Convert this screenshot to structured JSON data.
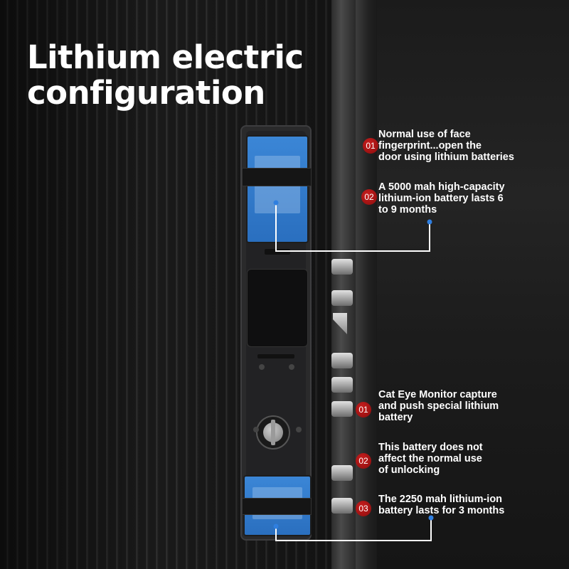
{
  "title": {
    "line1": "Lithium electric",
    "line2": "configuration"
  },
  "callouts_top": [
    {
      "number": "01",
      "lines": [
        "Normal use of face",
        "fingerprint...open the",
        "door using lithium batteries"
      ]
    },
    {
      "number": "02",
      "lines": [
        "A 5000 mah high-capacity",
        "lithium-ion battery lasts 6",
        "to 9 months"
      ]
    }
  ],
  "callouts_bottom": [
    {
      "number": "01",
      "lines": [
        "Cat Eye Monitor capture",
        "and push special lithium",
        "battery"
      ]
    },
    {
      "number": "02",
      "lines": [
        "This battery does not",
        "affect the normal use",
        "of unlocking"
      ]
    },
    {
      "number": "03",
      "lines": [
        "The 2250 mah lithium-ion",
        "battery lasts for 3 months"
      ]
    }
  ],
  "colors": {
    "badge": "#b31414",
    "battery": "#3478c6",
    "pointer_dot": "#2f7fe0",
    "text": "#ffffff"
  },
  "icons": [
    "smart-door-lock",
    "lithium-battery",
    "door-bolt",
    "mechanical-key-knob"
  ]
}
